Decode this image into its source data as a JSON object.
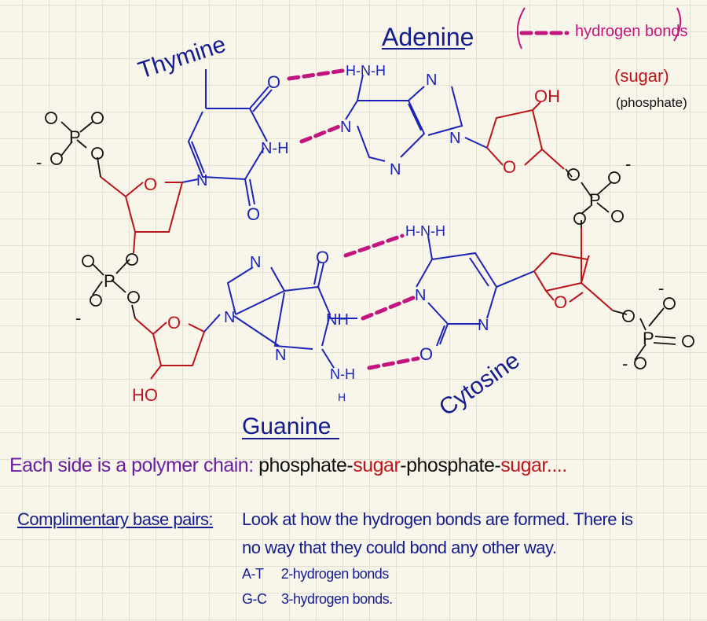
{
  "title_labels": {
    "thymine": "Thymine",
    "adenine": "Adenine",
    "guanine": "Guanine",
    "cytosine": "Cytosine"
  },
  "legend": {
    "hydrogen_bonds": "hydrogen bonds",
    "sugar": "(sugar)",
    "phosphate": "(phosphate)"
  },
  "atoms": {
    "O": "O",
    "N": "N",
    "P": "P",
    "OH": "OH",
    "HO": "HO",
    "NH": "N-H",
    "HNH": "H-N-H",
    "NH_g": "NH",
    "NH_h": "N-H",
    "H": "H",
    "minus": "-",
    "eq": "="
  },
  "notes": {
    "line1_prefix": "Each side is a polymer chain:",
    "line1_phosphate1": "phosphate-",
    "line1_sugar1": "sugar",
    "line1_dash": "-",
    "line1_phosphate2": "phosphate-",
    "line1_sugar2": "sugar....",
    "complementary_heading": "Complimentary base pairs:",
    "explanation_1": "Look at how the hydrogen bonds are formed. There is",
    "explanation_2": "no way that they could bond any other way.",
    "at_pair": "A-T",
    "at_bonds": "2-hydrogen bonds",
    "gc_pair": "G-C",
    "gc_bonds": "3-hydrogen bonds."
  },
  "colors": {
    "base": "#1c24b8",
    "sugar": "#c0141c",
    "phosphate": "#111111",
    "hbond": "#c3157f",
    "note": "#6a1fa0"
  }
}
